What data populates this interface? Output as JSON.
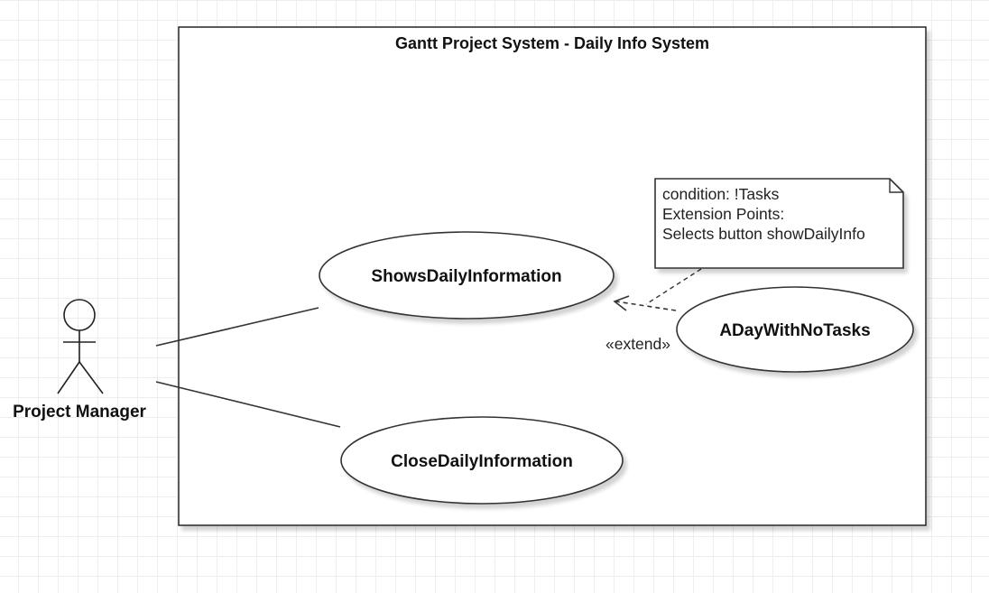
{
  "system": {
    "title": "Gantt Project System - Daily Info System"
  },
  "actor": {
    "name": "Project Manager"
  },
  "use_cases": {
    "shows_daily_information": "ShowsDailyInformation",
    "close_daily_information": "CloseDailyInformation",
    "a_day_with_no_tasks": "ADayWithNoTasks"
  },
  "relationships": {
    "extend_label": "«extend»"
  },
  "note": {
    "lines": [
      "condition: !Tasks",
      "Extension Points:",
      "Selects button showDailyInfo"
    ]
  }
}
